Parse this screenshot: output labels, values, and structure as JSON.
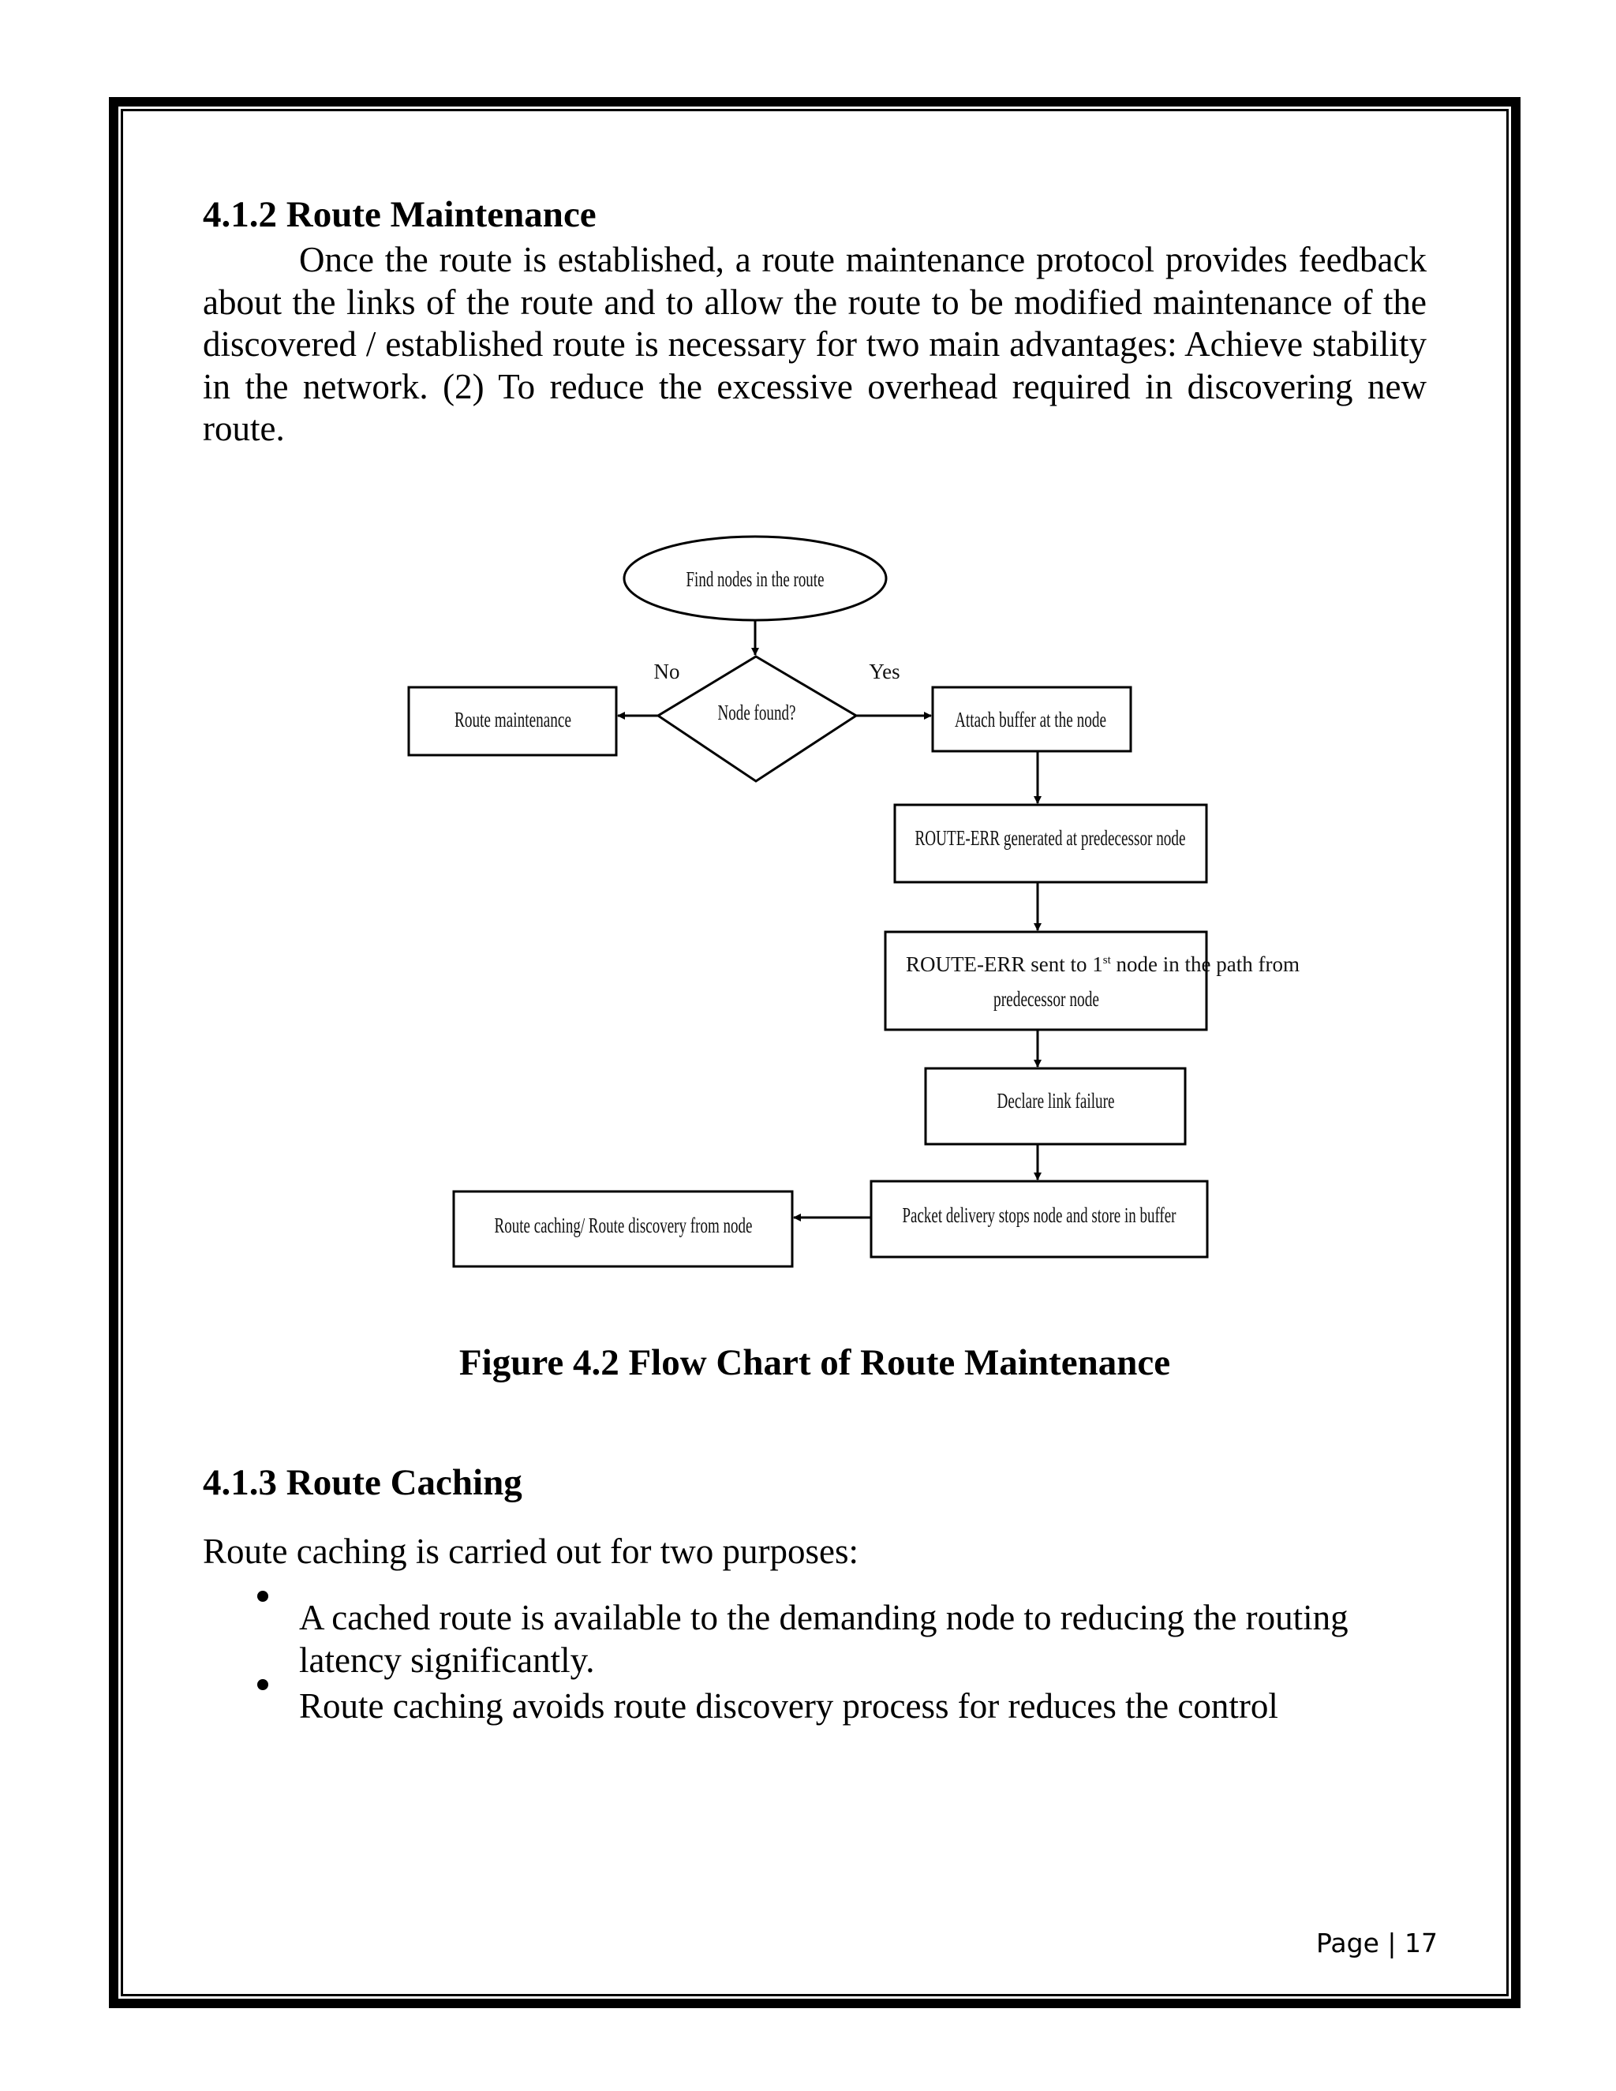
{
  "section_412": {
    "heading": "4.1.2 Route Maintenance",
    "paragraph": "Once the route is established, a route maintenance protocol provides feedback about the links of the route and to allow the route to be modified maintenance of the discovered / established route is necessary for two main advantages:  Achieve stability in the network. (2) To reduce the excessive overhead required in discovering new route."
  },
  "flowchart": {
    "start": "Find nodes in the route",
    "decision": "Node found?",
    "no_label": "No",
    "yes_label": "Yes",
    "no_branch": "Route maintenance",
    "step1": "Attach buffer at the node",
    "step2": "ROUTE-ERR generated at predecessor node",
    "step3_part1": "ROUTE-ERR sent to 1",
    "step3_sup": "st",
    "step3_part2": " node in the path from",
    "step3_line2": "predecessor node",
    "step4": "Declare link failure",
    "step5": "Packet delivery stops node and store in buffer",
    "step6": "Route caching/ Route discovery from node"
  },
  "figure_caption": "Figure 4.2 Flow Chart  of Route Maintenance",
  "section_413": {
    "heading": "4.1.3 Route Caching",
    "intro": "Route caching is carried out for two purposes:",
    "bullets": [
      "A cached route is available  to the demanding node to reducing the routing latency significantly.",
      "Route caching avoids route discovery process for reduces the control"
    ]
  },
  "footer": {
    "page_label": "Page | 17"
  }
}
